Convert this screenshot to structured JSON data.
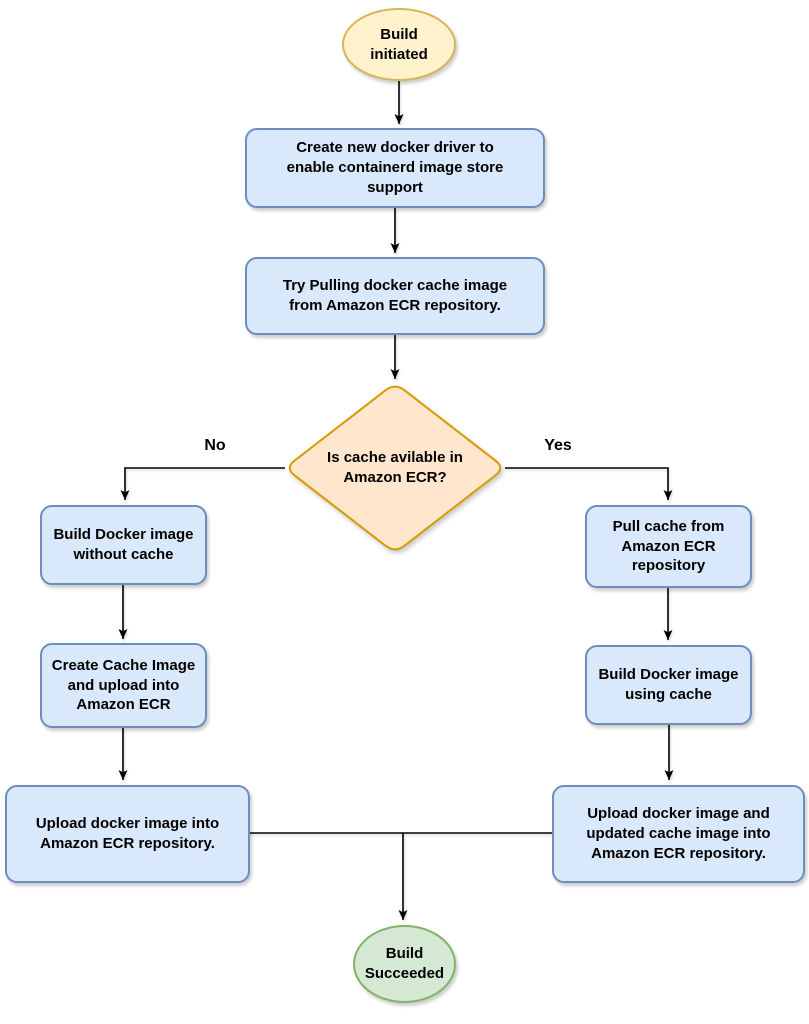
{
  "diagram": {
    "type": "flowchart",
    "background": "#ffffff",
    "connector_color": "#000000",
    "palette": {
      "start_fill": "#fff2cc",
      "start_stroke": "#d6b656",
      "process_fill": "#dae8fc",
      "process_stroke": "#6c8ebf",
      "decision_fill": "#ffe6cc",
      "decision_stroke": "#d79b00",
      "end_fill": "#d5e8d4",
      "end_stroke": "#82b366"
    },
    "nodes": {
      "start": {
        "type": "terminator",
        "label": "Build\ninitiated"
      },
      "create_driver": {
        "type": "process",
        "label": "Create new docker driver to\nenable containerd image store\nsupport"
      },
      "try_pull": {
        "type": "process",
        "label": "Try Pulling docker cache image\nfrom Amazon ECR repository."
      },
      "decision": {
        "type": "decision",
        "label": "Is cache avilable in\nAmazon ECR?"
      },
      "build_no_cache": {
        "type": "process",
        "label": "Build Docker image\nwithout cache"
      },
      "create_cache": {
        "type": "process",
        "label": "Create Cache Image\nand upload into\nAmazon ECR"
      },
      "upload_image": {
        "type": "process",
        "label": "Upload docker image into\nAmazon ECR repository."
      },
      "pull_cache": {
        "type": "process",
        "label": "Pull cache from\nAmazon ECR\nrepository"
      },
      "build_with_cache": {
        "type": "process",
        "label": "Build Docker image\nusing cache"
      },
      "upload_image_and_cache": {
        "type": "process",
        "label": "Upload docker image and\nupdated cache image into\nAmazon ECR repository."
      },
      "end": {
        "type": "terminator",
        "label": "Build\nSucceeded"
      }
    },
    "edge_labels": {
      "no": "No",
      "yes": "Yes"
    }
  }
}
